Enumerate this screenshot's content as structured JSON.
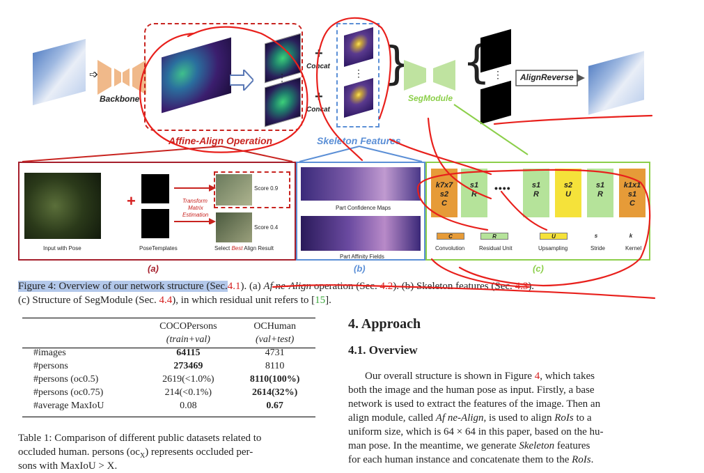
{
  "figure": {
    "backbone_label": "Backbone",
    "concat_label_1": "Concat",
    "concat_label_2": "Concat",
    "dots_vertical": "⋮",
    "segmodule_label": "SegModule",
    "alignreverse_label": "AlignReverse",
    "affine_title": "Affine-Align Operation",
    "skeleton_title": "Skeleton Features",
    "panel_a": {
      "input_label": "Input with Pose",
      "templates_label": "PoseTemplates",
      "transform_label_1": "Transform",
      "transform_label_2": "Matrix",
      "transform_label_3": "Estimation",
      "score_1": "Score 0.9",
      "score_2": "Score 0.4",
      "select_prefix": "Select ",
      "select_best": "Best",
      "select_suffix": " Align Result",
      "tag": "(a)"
    },
    "panel_b": {
      "conf_label": "Part Confidence Maps",
      "paf_label": "Part Affinity Fields",
      "tag": "(b)"
    },
    "panel_c": {
      "blocks": [
        {
          "l1": "k7x7",
          "l2": "s2",
          "l3": "C",
          "color": "#e69b38"
        },
        {
          "l1": "s1",
          "l2": "R",
          "l3": "",
          "color": "#b5e39a"
        },
        {
          "l1": "s1",
          "l2": "R",
          "l3": "",
          "color": "#b5e39a"
        },
        {
          "l1": "s2",
          "l2": "U",
          "l3": "",
          "color": "#f5e23a"
        },
        {
          "l1": "s1",
          "l2": "R",
          "l3": "",
          "color": "#b5e39a"
        },
        {
          "l1": "k1x1",
          "l2": "s1",
          "l3": "C",
          "color": "#e69b38"
        }
      ],
      "ellipsis": "••••",
      "legend": [
        {
          "key": "C",
          "label": "Convolution",
          "color": "#e69b38"
        },
        {
          "key": "R",
          "label": "Residual Unit",
          "color": "#b5e39a"
        },
        {
          "key": "U",
          "label": "Upsampling",
          "color": "#f5e23a"
        },
        {
          "key": "s",
          "label": "Stride",
          "color": ""
        },
        {
          "key": "k",
          "label": "Kernel",
          "color": ""
        }
      ],
      "tag": "(c)"
    },
    "caption_line1_a": "Figure 4: Overview of our network structure (Sec.",
    "caption_line1_ref1": "4.1",
    "caption_line1_b": "). (a) ",
    "caption_line1_affine": "Af ne-Align",
    "caption_line1_c": " operation (Sec. ",
    "caption_line1_ref2": "4.2",
    "caption_line1_d": "). (b) Skeleton features (Sec. ",
    "caption_line1_ref3": "4.3",
    "caption_line1_e": ").",
    "caption_line2_a": "(c) Structure of SegModule (Sec. ",
    "caption_line2_ref4": "4.4",
    "caption_line2_b": "), in which residual unit refers to [",
    "caption_line2_ref5": "15",
    "caption_line2_c": "]."
  },
  "table": {
    "col_headers": [
      "",
      "COCOPersons",
      "OCHuman"
    ],
    "col_sub": [
      "",
      "(train+val)",
      "(val+test)"
    ],
    "rows": [
      {
        "label": "#images",
        "coco": "64115",
        "och": "4731",
        "bold": "coco"
      },
      {
        "label": "#persons",
        "coco": "273469",
        "och": "8110",
        "bold": "coco"
      },
      {
        "label": "#persons (oc0.5)",
        "coco": "2619(<1.0%)",
        "och": "8110(100%)",
        "bold": "och"
      },
      {
        "label": "#persons (oc0.75)",
        "coco": "214(<0.1%)",
        "och": "2614(32%)",
        "bold": "och"
      },
      {
        "label": "#average MaxIoU",
        "coco": "0.08",
        "och": "0.67",
        "bold": "och"
      }
    ],
    "caption_line1": "Table 1: Comparison of different public datasets related to",
    "caption_line2": "occluded human.   persons (oc",
    "caption_line2_sub": "X",
    "caption_line2_b": ")   represents occluded per-",
    "caption_line3": "sons with MaxIoU > X."
  },
  "section": {
    "heading": "4. Approach",
    "subheading": "4.1. Overview",
    "p_line1_a": "Our overall structure is shown in Figure ",
    "p_line1_ref": "4",
    "p_line1_b": ", which takes",
    "p_line2": "both the image and the human pose as input.  Firstly, a base",
    "p_line3": "network is used to extract the features of the image. Then an",
    "p_line4_a": "align module, called ",
    "p_line4_i": "Af ne-Align",
    "p_line4_b": ", is used to align ",
    "p_line4_i2": "RoIs",
    "p_line4_c": " to a",
    "p_line5": "uniform size, which is 64 × 64 in this paper, based on the hu-",
    "p_line6_a": "man pose.  In the meantime, we generate ",
    "p_line6_i": "Skeleton",
    "p_line6_b": " features",
    "p_line7_a": "for each human instance and concatenate them to the ",
    "p_line7_i": "RoIs",
    "p_line7_b": "."
  },
  "colors": {
    "annotation_red": "#e8201c",
    "affine_red": "#c8231f",
    "skeleton_blue": "#5b8fd6",
    "segmodule_green": "#8ccf4a",
    "ref_green": "#3aa73a",
    "ref_red": "#d62020",
    "highlight": "#b3c8ea"
  }
}
